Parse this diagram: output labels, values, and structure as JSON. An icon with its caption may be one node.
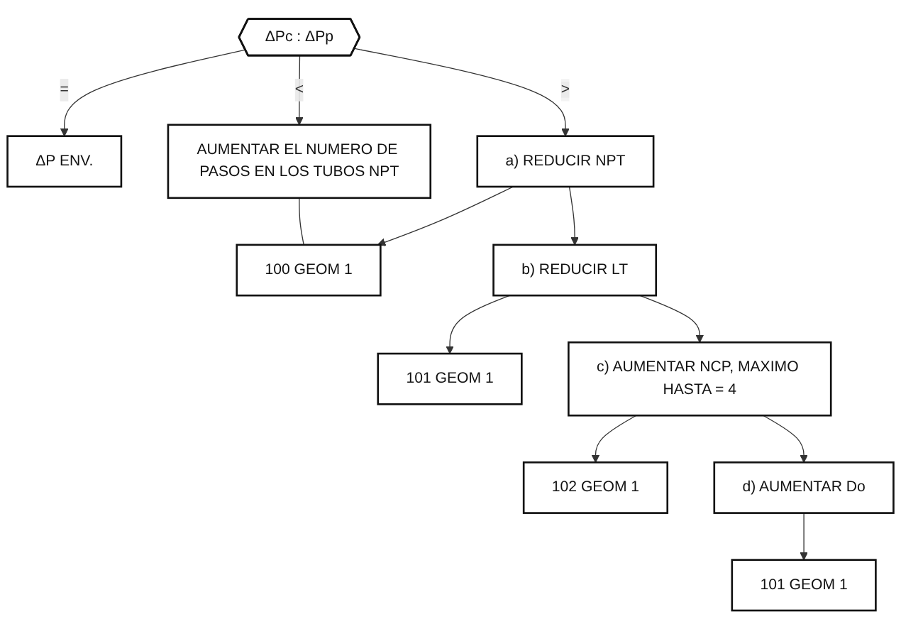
{
  "diagram": {
    "nodes": [
      {
        "text": [
          "ΔP ENV."
        ]
      },
      {
        "text": [
          "ΔPc : ΔPp"
        ]
      },
      {
        "text": [
          "AUMENTAR EL NUMERO DE PASOS EN LOS TUBOS NPT"
        ]
      },
      {
        "text": [
          "a) REDUCIR NPT"
        ]
      },
      {
        "text": [
          "100 GEOM 1"
        ]
      },
      {
        "text": [
          "b) REDUCIR LT"
        ]
      },
      {
        "text": [
          "101 GEOM 1"
        ]
      },
      {
        "text": [
          "c) AUMENTAR NCP, MAXIMO HASTA = 4"
        ]
      },
      {
        "text": [
          "102 GEOM 1"
        ]
      },
      {
        "text": [
          "d) AUMENTAR Do"
        ]
      },
      {
        "text": [
          "101 GEOM 1"
        ]
      }
    ],
    "edges": [
      {
        "from": 1,
        "to": 0,
        "arrow": "to",
        "label": "="
      },
      {
        "from": 1,
        "to": 2,
        "arrow": "to",
        "label": "<"
      },
      {
        "from": 1,
        "to": 3,
        "arrow": "to",
        "label": ">"
      },
      {
        "from": 2,
        "to": 4,
        "arrow": "none"
      },
      {
        "from": 3,
        "to": 4,
        "arrow": "to"
      },
      {
        "from": 3,
        "to": 5,
        "arrow": "to"
      },
      {
        "from": 5,
        "to": 6,
        "arrow": "to"
      },
      {
        "from": 5,
        "to": 7,
        "arrow": "to"
      },
      {
        "from": 7,
        "to": 8,
        "arrow": "to"
      },
      {
        "from": 7,
        "to": 9,
        "arrow": "to"
      },
      {
        "from": 9,
        "to": 10,
        "arrow": "to"
      }
    ]
  }
}
